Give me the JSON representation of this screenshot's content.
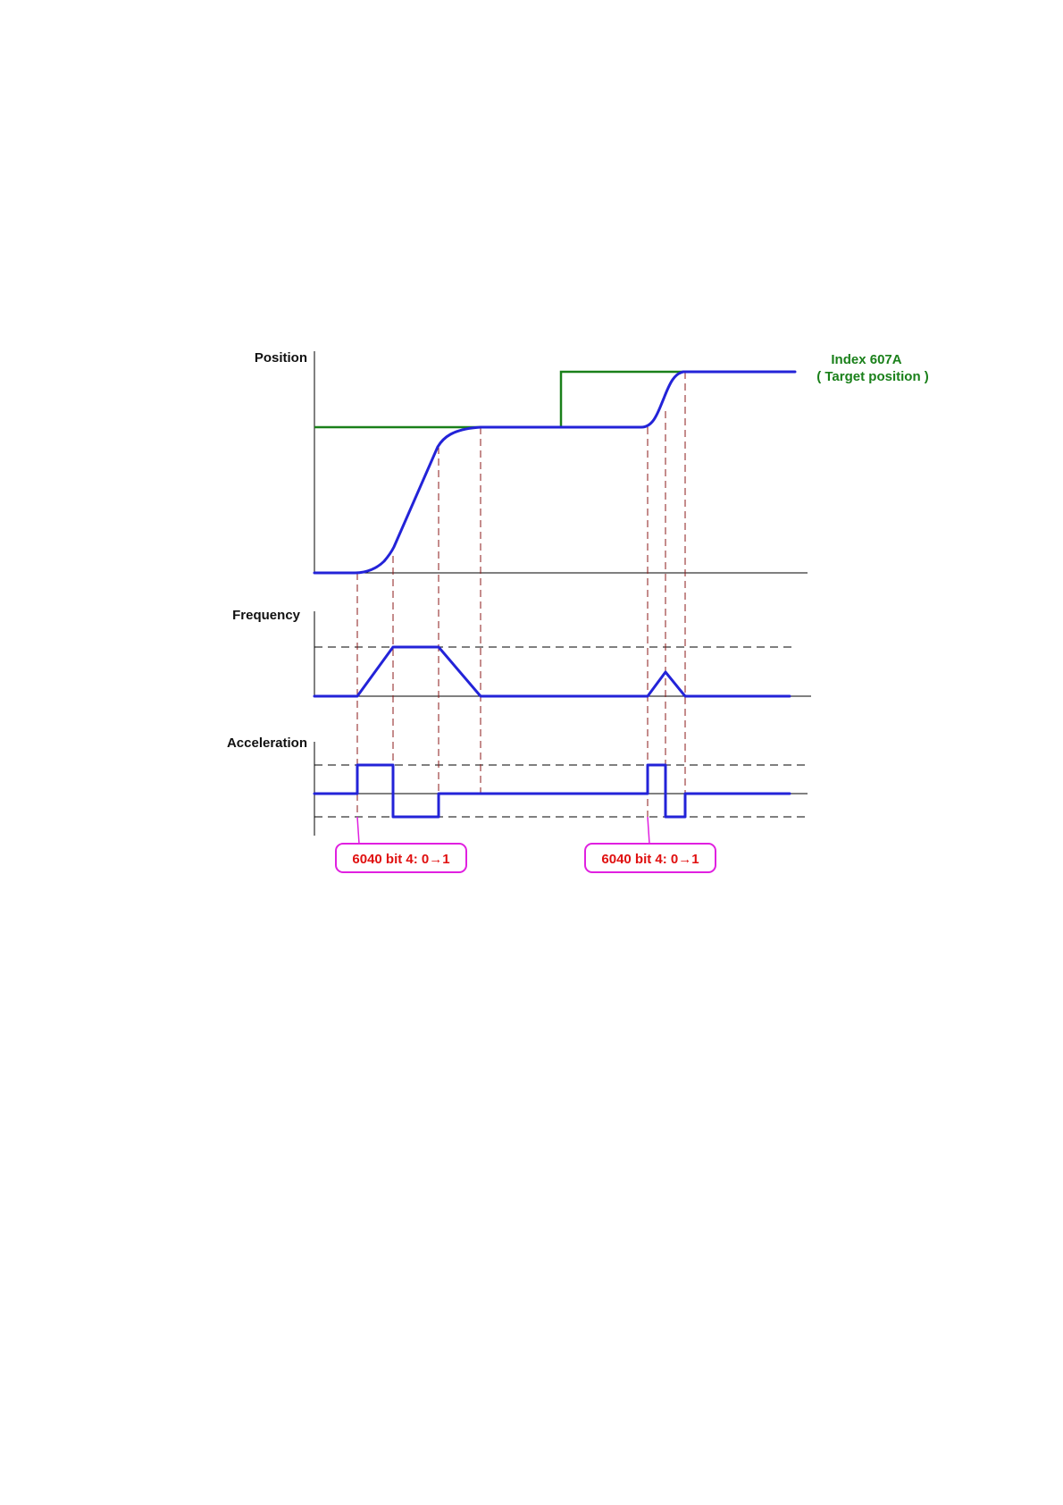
{
  "colors": {
    "actual": "#2323d8",
    "command": "#1a801a",
    "guide": "#8b1a1a",
    "note_border": "#e020e0",
    "note_text": "#e01010",
    "label": "#111111"
  },
  "labels": {
    "position": "Position",
    "frequency": "Frequency",
    "acceleration": "Acceleration"
  },
  "target": {
    "line1": "Index 607A",
    "line2": "( Target position )"
  },
  "notes": [
    {
      "text": "6040 bit 4: 0→1"
    },
    {
      "text": "6040 bit 4: 0→1"
    }
  ]
}
